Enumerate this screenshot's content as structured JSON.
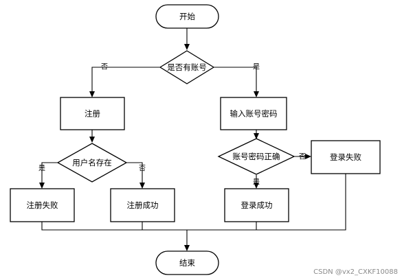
{
  "nodes": {
    "start": "开始",
    "has_account": "是否有账号",
    "register": "注册",
    "input_account": "输入账号密码",
    "username_exists": "用户名存在",
    "account_correct": "账号密码正确",
    "login_fail": "登录失败",
    "register_fail": "注册失败",
    "register_success": "注册成功",
    "login_success": "登录成功",
    "end": "结束"
  },
  "edge_labels": {
    "has_account_no": "否",
    "has_account_yes": "是",
    "username_yes": "是",
    "username_no": "否",
    "correct_no": "否",
    "correct_yes": "是"
  },
  "watermark": "CSDN @vx2_CXKF10088"
}
